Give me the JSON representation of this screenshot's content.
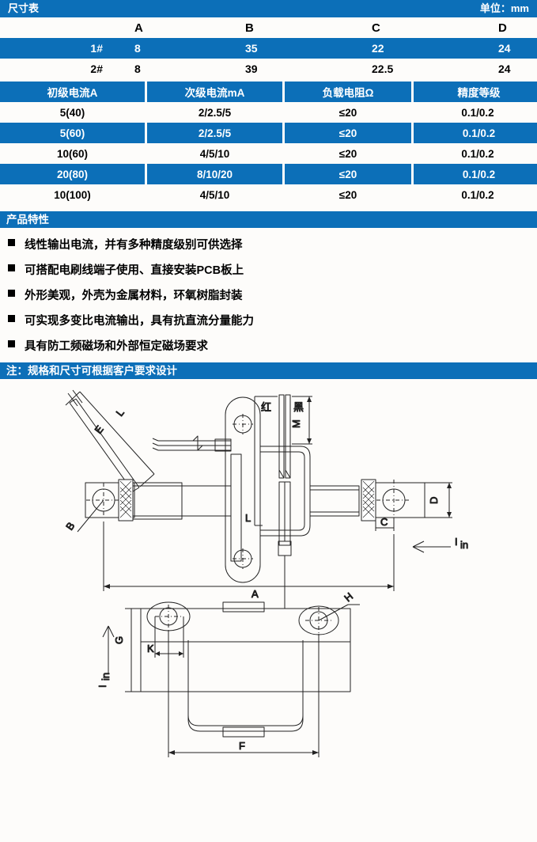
{
  "dimension_table": {
    "title": "尺寸表",
    "unit_label": "单位：mm",
    "columns": [
      "",
      "A",
      "B",
      "C",
      "D"
    ],
    "rows": [
      {
        "model": "1#",
        "A": "8",
        "B": "35",
        "C": "22",
        "D": "24"
      },
      {
        "model": "2#",
        "A": "8",
        "B": "39",
        "C": "22.5",
        "D": "24"
      }
    ]
  },
  "spec_table": {
    "columns": [
      "初级电流A",
      "次级电流mA",
      "负载电阻Ω",
      "精度等级"
    ],
    "rows": [
      {
        "primary": "5(40)",
        "secondary": "2/2.5/5",
        "load": "≤20",
        "accuracy": "0.1/0.2"
      },
      {
        "primary": "5(60)",
        "secondary": "2/2.5/5",
        "load": "≤20",
        "accuracy": "0.1/0.2"
      },
      {
        "primary": "10(60)",
        "secondary": "4/5/10",
        "load": "≤20",
        "accuracy": "0.1/0.2"
      },
      {
        "primary": "20(80)",
        "secondary": "8/10/20",
        "load": "≤20",
        "accuracy": "0.1/0.2"
      },
      {
        "primary": "10(100)",
        "secondary": "4/5/10",
        "load": "≤20",
        "accuracy": "0.1/0.2"
      }
    ]
  },
  "features": {
    "title": "产品特性",
    "items": [
      "线性输出电流，并有多种精度级别可供选择",
      "可搭配电刷线端子使用、直接安装PCB板上",
      "外形美观，外壳为金属材料，环氧树脂封装",
      "可实现多变比电流输出，具有抗直流分量能力",
      "具有防工频磁场和外部恒定磁场要求"
    ]
  },
  "note": {
    "text": "注：规格和尺寸可根据客户要求设计"
  },
  "drawing": {
    "top_view_labels": {
      "E": "E",
      "L": "L",
      "B": "B",
      "A": "A",
      "C": "C",
      "D": "D",
      "Iin": "I",
      "Iin_sub": "in"
    },
    "bottom_view_labels": {
      "L": "L",
      "M": "M",
      "G": "G",
      "K": "K",
      "H": "H",
      "F": "F",
      "Iin": "I",
      "Iin_sub": "in",
      "wire_red": "红",
      "wire_black": "黑"
    }
  },
  "colors": {
    "brand_blue": "#0c6fb8",
    "page_bg": "#fdfcfa",
    "text": "#000000",
    "line": "#222222"
  }
}
